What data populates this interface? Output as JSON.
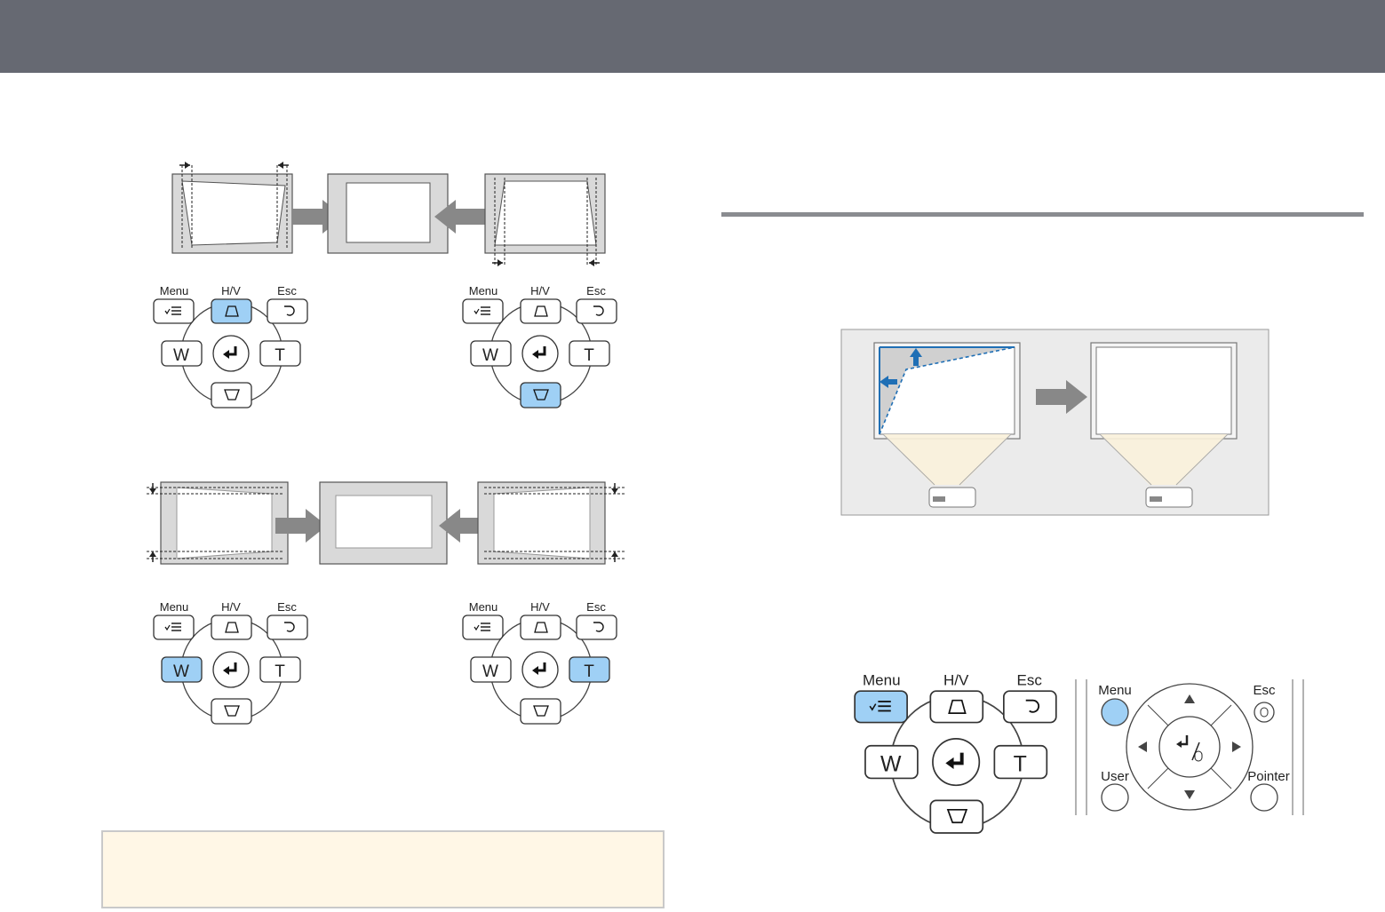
{
  "keys": {
    "menu": "Menu",
    "hv": "H/V",
    "esc": "Esc",
    "wide": "W",
    "tele": "T"
  },
  "remote": {
    "menu": "Menu",
    "esc": "Esc",
    "user": "User",
    "pointer": "Pointer"
  },
  "colors": {
    "header": "#666972",
    "highlight": "#9fd0f5",
    "note_bg": "#fff7e6",
    "arrow": "#888888",
    "screen_gray": "#d9d9d9"
  },
  "icons": [
    "menu-icon",
    "keystone-up-icon",
    "esc-return-icon",
    "enter-icon",
    "keystone-down-icon"
  ]
}
